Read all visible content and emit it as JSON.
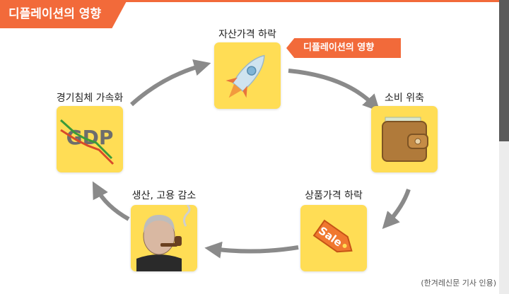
{
  "title": "디플레이션의 영향",
  "badge": "디플레이션의 영향",
  "cycle": [
    {
      "label": "자산가격 하락",
      "icon": "rocket-icon"
    },
    {
      "label": "소비 위축",
      "icon": "wallet-icon"
    },
    {
      "label": "상품가격 하락",
      "icon": "sale-tag-icon"
    },
    {
      "label": "생산, 고용 감소",
      "icon": "man-with-pipe-icon"
    },
    {
      "label": "경기침체 가속화",
      "icon": "gdp-decline-icon"
    }
  ],
  "gdp_text": "GDP",
  "sale_text": "Sale",
  "source": "(한겨레신문 기사 인용)",
  "colors": {
    "accent": "#f26a3a",
    "card": "#ffdd55",
    "arrow": "#8a8a8a"
  }
}
